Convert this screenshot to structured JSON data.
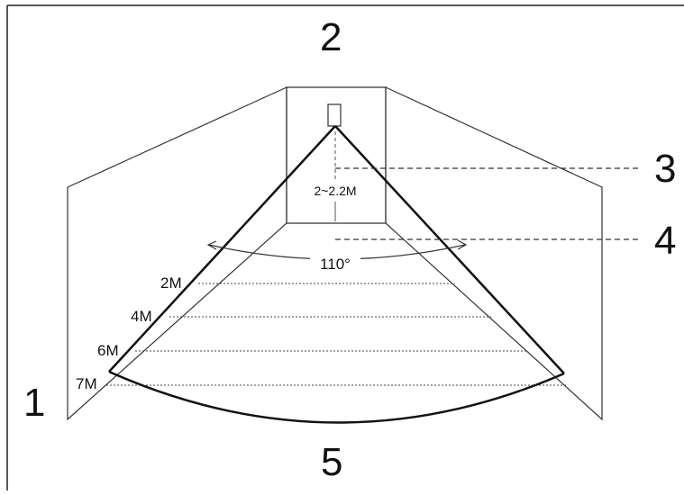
{
  "figure": {
    "callouts": [
      "1",
      "2",
      "3",
      "4",
      "5"
    ],
    "distance_labels": [
      "2M",
      "4M",
      "6M",
      "7M"
    ],
    "mount_height_label": "2~2.2M",
    "angle_label": "110°"
  },
  "colors": {
    "line": "#222222",
    "background": "#ffffff"
  }
}
